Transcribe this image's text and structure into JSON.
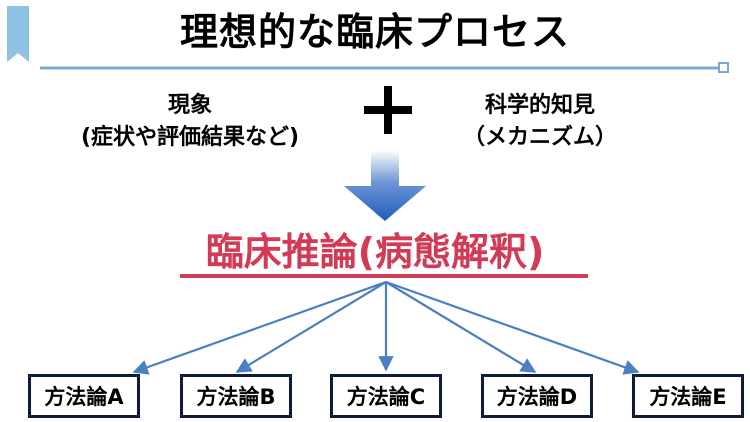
{
  "title": "理想的な臨床プロセス",
  "phenomena": {
    "line1": "現象",
    "line2": "(症状や評価結果など)"
  },
  "plus_symbol": "+",
  "knowledge": {
    "line1": "科学的知見",
    "line2": "（メカニズム）"
  },
  "clinical_reasoning": "臨床推論(病態解釈)",
  "methods": [
    {
      "label": "方法論A"
    },
    {
      "label": "方法論B"
    },
    {
      "label": "方法論C"
    },
    {
      "label": "方法論D"
    },
    {
      "label": "方法論E"
    }
  ],
  "colors": {
    "accent_blue": "#1f5bbf",
    "connector_blue": "#4a7fc1",
    "reasoning_red": "#d23a55",
    "box_border": "#0d1a3a",
    "bookmark_blue": "#8fc1e3"
  }
}
